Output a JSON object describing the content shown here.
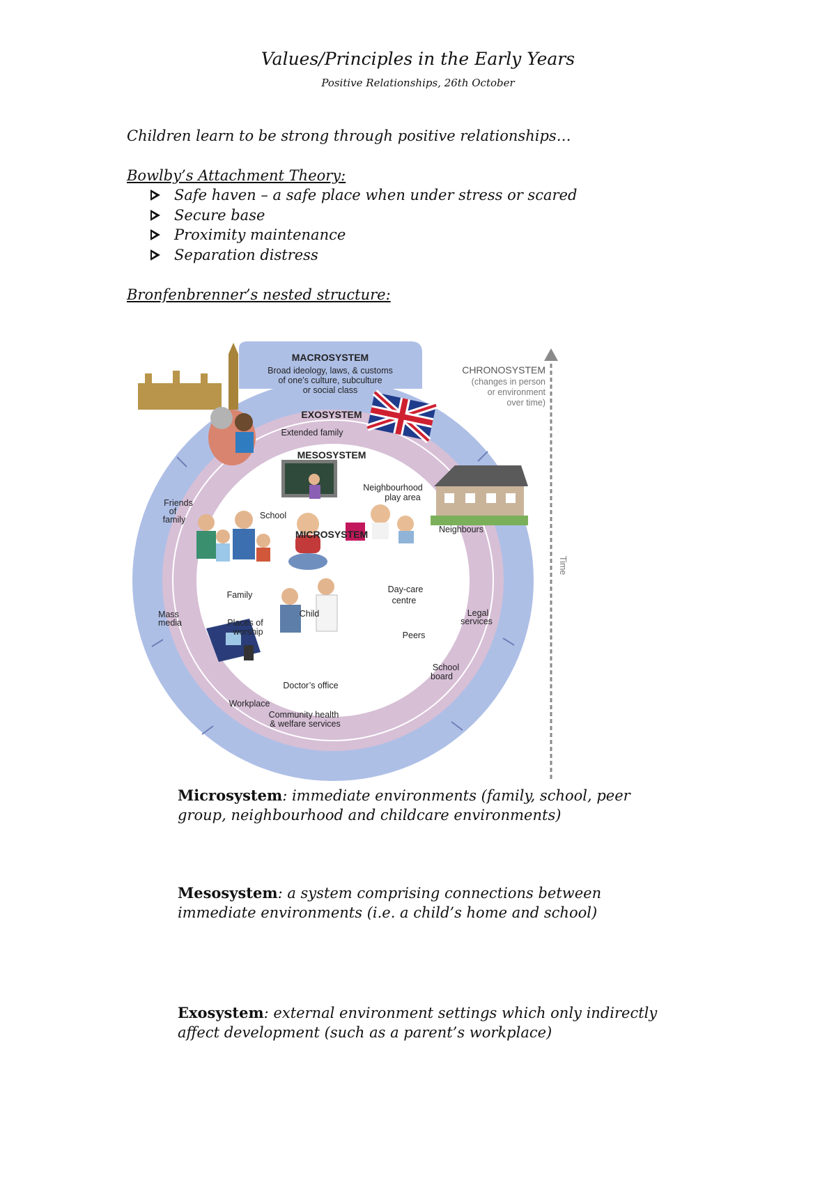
{
  "header": {
    "title": "Values/Principles in the Early Years",
    "subtitle": "Positive Relationships, 26th October"
  },
  "intro": "Children learn to be strong through positive relationships…",
  "bowlby": {
    "heading": "Bowlby’s Attachment Theory:",
    "items": [
      "Safe haven – a safe place when under stress or scared",
      "Secure base",
      "Proximity maintenance",
      "Separation distress"
    ]
  },
  "bronfenbrenner": {
    "heading": "Bronfenbrenner’s nested structure:"
  },
  "diagram": {
    "macro_title": "MACROSYSTEM",
    "macro_desc_1": "Broad ideology, laws, & customs",
    "macro_desc_2": "of one’s culture, subculture",
    "macro_desc_3": "or social class",
    "chrono_title": "CHRONOSYSTEM",
    "chrono_desc_1": "(changes in person",
    "chrono_desc_2": "or environment",
    "chrono_desc_3": "over time)",
    "time_label": "Time",
    "exo_title": "EXOSYSTEM",
    "meso_title": "MESOSYSTEM",
    "micro_title": "MICROSYSTEM",
    "labels": {
      "extended_family": "Extended family",
      "neighbourhood_1": "Neighbourhood",
      "neighbourhood_2": "play area",
      "school": "School",
      "friends_1": "Friends",
      "friends_2": "of",
      "friends_3": "family",
      "neighbours": "Neighbours",
      "family": "Family",
      "child": "Child",
      "daycare_1": "Day-care",
      "daycare_2": "centre",
      "mass_1": "Mass",
      "mass_2": "media",
      "worship_1": "Places of",
      "worship_2": "worship",
      "legal_1": "Legal",
      "legal_2": "services",
      "peers": "Peers",
      "school_board_1": "School",
      "school_board_2": "board",
      "doctor": "Doctor’s office",
      "workplace": "Workplace",
      "community_1": "Community health",
      "community_2": "& welfare services"
    },
    "colors": {
      "outer_ring": "#aebfe6",
      "exo_ring": "#d7bfd6",
      "inner": "#ffffff"
    }
  },
  "definitions": [
    {
      "term": "Microsystem",
      "text": ": immediate environments (family, school, peer group, neighbourhood and childcare environments)"
    },
    {
      "term": "Mesosystem",
      "text": ": a system comprising connections between immediate environments (i.e. a child’s home and school)"
    },
    {
      "term": "Exosystem",
      "text": ": external environment settings which only indirectly affect development (such as a parent’s workplace)"
    }
  ]
}
